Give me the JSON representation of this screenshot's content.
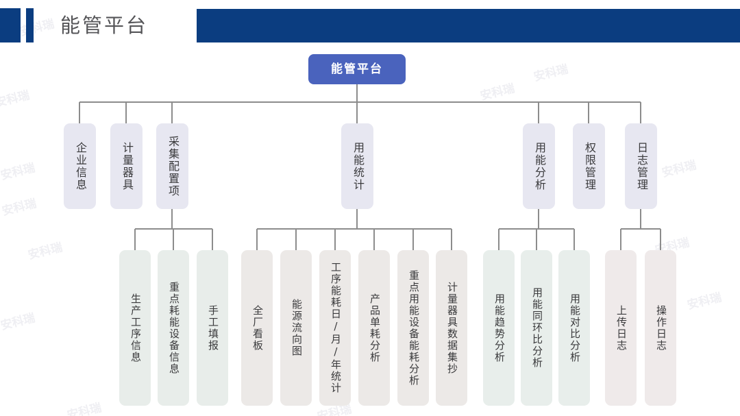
{
  "header": {
    "app_title": "能管平台",
    "accent_color": "#0b3d80",
    "bar_left_icon": "vertical-bar-icon"
  },
  "watermark": {
    "text": "安科瑞",
    "color": "#efeff3"
  },
  "chart_data": {
    "type": "diagram",
    "subtype": "org-tree",
    "title": "能管平台",
    "orientation": "top-down",
    "levels": 3,
    "root": {
      "id": "root",
      "label": "能管平台",
      "color": "#4a63bd",
      "text_color": "#ffffff"
    },
    "level1": [
      {
        "id": "n1",
        "label": "企业信息",
        "color": "#e7e7f1",
        "children": 0
      },
      {
        "id": "n2",
        "label": "计量器具",
        "color": "#e7e7f1",
        "children": 0
      },
      {
        "id": "n3",
        "label": "采集配置项",
        "color": "#e7e7f1",
        "children": 3
      },
      {
        "id": "n4",
        "label": "用能统计",
        "color": "#e7e7f1",
        "children": 6
      },
      {
        "id": "n5",
        "label": "用能分析",
        "color": "#e7e7f1",
        "children": 3
      },
      {
        "id": "n6",
        "label": "权限管理",
        "color": "#e7e7f1",
        "children": 0
      },
      {
        "id": "n7",
        "label": "日志管理",
        "color": "#e7e7f1",
        "children": 2
      }
    ],
    "level2": [
      {
        "id": "c1",
        "parent": "n3",
        "label": "生产工序信息",
        "color": "#e8edea"
      },
      {
        "id": "c2",
        "parent": "n3",
        "label": "重点耗能设备信息",
        "color": "#e8edea"
      },
      {
        "id": "c3",
        "parent": "n3",
        "label": "手工填报",
        "color": "#e8edea"
      },
      {
        "id": "c4",
        "parent": "n4",
        "label": "全厂看板",
        "color": "#ece9e7"
      },
      {
        "id": "c5",
        "parent": "n4",
        "label": "能源流向图",
        "color": "#ece9e7"
      },
      {
        "id": "c6",
        "parent": "n4",
        "label": "工序能耗日/月/年统计",
        "color": "#ece9e7"
      },
      {
        "id": "c7",
        "parent": "n4",
        "label": "产品单耗分析",
        "color": "#ece9e7"
      },
      {
        "id": "c8",
        "parent": "n4",
        "label": "重点用能设备能耗分析",
        "color": "#ece9e7"
      },
      {
        "id": "c9",
        "parent": "n4",
        "label": "计量器具数据集抄",
        "color": "#ece9e7"
      },
      {
        "id": "c10",
        "parent": "n5",
        "label": "用能趋势分析",
        "color": "#e8eeeb"
      },
      {
        "id": "c11",
        "parent": "n5",
        "label": "用能同环比分析",
        "color": "#e8eeeb"
      },
      {
        "id": "c12",
        "parent": "n5",
        "label": "用能对比分析",
        "color": "#e8eeeb"
      },
      {
        "id": "c13",
        "parent": "n7",
        "label": "上传日志",
        "color": "#efeaea"
      },
      {
        "id": "c14",
        "parent": "n7",
        "label": "操作日志",
        "color": "#efeaea"
      }
    ],
    "connector_color": "#8c8c8c"
  }
}
